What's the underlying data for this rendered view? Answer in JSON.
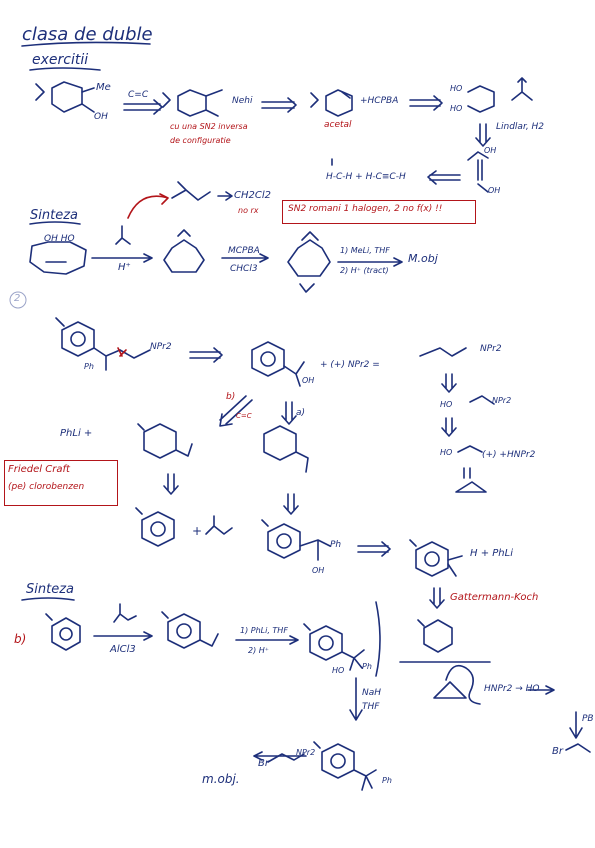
{
  "heading": {
    "title": "clasa de duble",
    "subtitle": "exercitii"
  },
  "section1": {
    "me": "Me",
    "oh": "OH",
    "arrow_label": "C=C",
    "note_red_1": "cu una SN2 inversa",
    "note_red_2": "de configuratie",
    "acetal": "acetal",
    "nehi": "Nehi",
    "hcpba": "+HCPBA",
    "ho_top": "HO",
    "ho_bottom": "HO",
    "lindlar": "Lindlar, H2",
    "oh_right_top": "OH",
    "oh_right_bottom": "OH",
    "ch2o_row": "H-C-H   +   H-C≡C-H",
    "ch2cl2": "CH2Cl2",
    "no_rx": "no rx",
    "boxed_note": "SN2 romani 1 halogen, 2 no f(x) !!"
  },
  "sinteza1": {
    "title": "Sinteza",
    "oh_ho": "OH HO",
    "h_plus": "H⁺",
    "mcpba": "MCPBA",
    "chcl3": "CHCl3",
    "step1": "1) MeLi, THF",
    "step2": "2) H⁺ (tract)",
    "m_obj": "M.obj"
  },
  "section2": {
    "number": "2",
    "npr2": "NPr2",
    "ph": "Ph",
    "oh": "OH",
    "plus_npr2": "+  (+)  NPr2  =",
    "npr2_right": "NPr2",
    "ho_npr2": "HO",
    "npr2_mid": "NPr2",
    "ho_right": "HO",
    "hnpr2": "(+)  +HNPr2",
    "phli": "PhLi  +",
    "label_b": "b)",
    "label_a": "a)",
    "cc_small": "C=C",
    "friedel_1": "Friedel Craft",
    "friedel_2": "(pe) clorobenzen",
    "ph_product": "Ph",
    "oh_product": "OH",
    "h_phli": "H  + PhLi",
    "gattermann": "Gattermann-Koch"
  },
  "sinteza2": {
    "title": "Sinteza",
    "label_b": "b)",
    "alcl3": "AlCl3",
    "step1": "1) PhLi, THF",
    "step2": "2) H⁺",
    "ho": "HO",
    "ph": "Ph",
    "nah": "NaH",
    "thf": "THF",
    "br": "Br",
    "npr2": "NPr2",
    "ph_bottom": "Ph",
    "m_obj": "m.obj.",
    "hnpr2": "HNPr2  →  HO",
    "pb": "PB",
    "br_right": "Br"
  }
}
